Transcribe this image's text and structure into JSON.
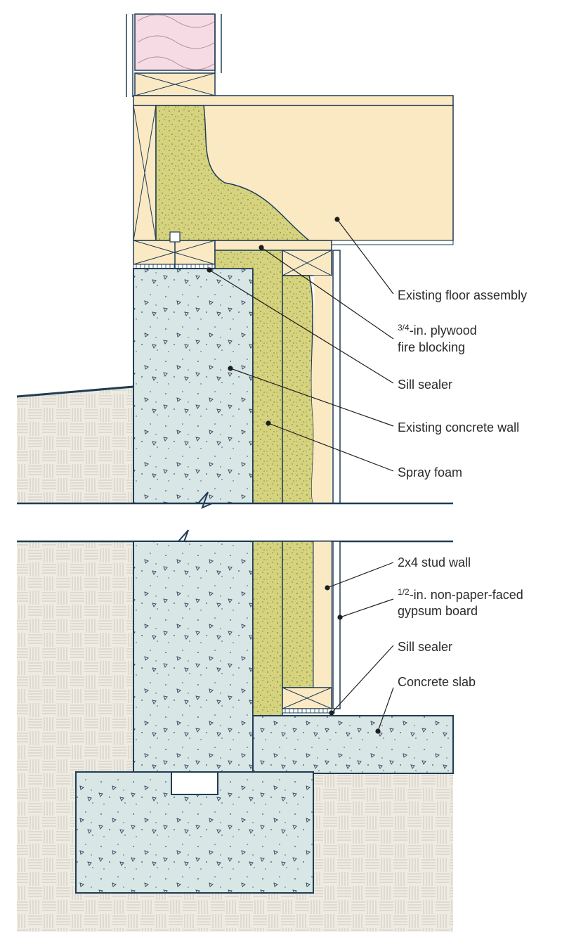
{
  "labels": {
    "floor_assembly": "Existing floor assembly",
    "plywood_frac": "3/4",
    "plywood_line1": "-in. plywood",
    "plywood_line2": "fire blocking",
    "sill_sealer_top": "Sill sealer",
    "concrete_wall": "Existing concrete wall",
    "spray_foam": "Spray foam",
    "stud_wall": "2x4 stud wall",
    "gypsum_frac": "1/2",
    "gypsum_line1": "-in. non-paper-faced",
    "gypsum_line2": "gypsum board",
    "sill_sealer_bottom": "Sill sealer",
    "concrete_slab": "Concrete slab"
  },
  "colors": {
    "soil": "#eeebe3",
    "soil_lines": "#cfc9bd",
    "concrete": "#d9e6e6",
    "foam": "#d6d37e",
    "wood": "#fbe9c4",
    "insulation": "#f6dbe4",
    "outline": "#1f3d55",
    "leader": "#1f1f1f"
  }
}
